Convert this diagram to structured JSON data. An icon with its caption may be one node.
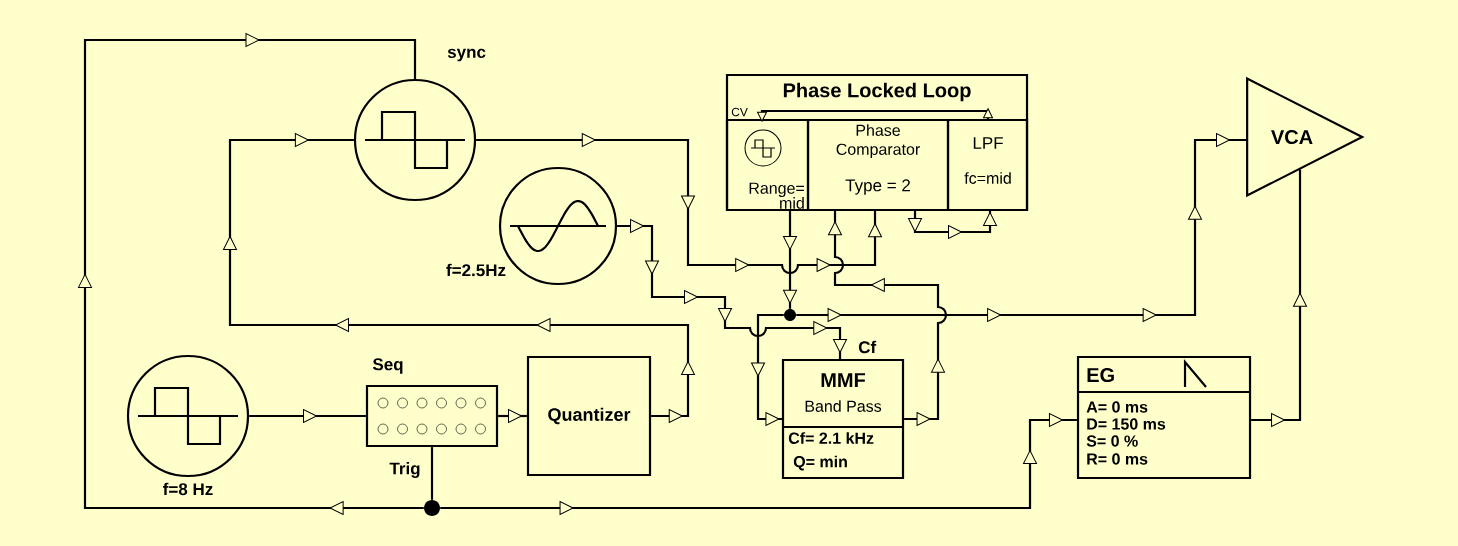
{
  "diagram": {
    "nodes": [
      {
        "text": [],
        "shape": "circle",
        "beside": [
          "sync"
        ]
      },
      {
        "text": [],
        "shape": "circle",
        "beside": [
          "f=2.5Hz"
        ]
      },
      {
        "text": [
          "Phase Locked Loop"
        ]
      },
      {
        "text": [
          "Range= mid"
        ],
        "in": 2,
        "beside": [
          "CV"
        ]
      },
      {
        "text": [
          "Phase Comparator",
          "Type = 2"
        ],
        "in": 2
      },
      {
        "text": [
          "LPF",
          "fc=mid"
        ],
        "in": 2
      },
      {
        "text": [
          "VCA"
        ]
      },
      {
        "text": [
          "MMF",
          "Band Pass",
          "Cf= 2.1 kHz",
          "Q= min"
        ],
        "beside": [
          "Cf"
        ]
      },
      {
        "text": [
          "EG",
          "A= 0 ms",
          "D= 150 ms",
          "S= 0 %",
          "R= 0 ms"
        ]
      },
      {
        "text": [],
        "shape": "circle",
        "beside": [
          "f=8 Hz"
        ]
      },
      {
        "text": [
          "Seq"
        ],
        "beside": [
          "Trig"
        ]
      },
      {
        "text": [
          "Quantizer"
        ]
      },
      {
        "text": [],
        "shape": "circle"
      },
      {
        "text": [],
        "shape": "circle"
      }
    ],
    "edges": [
      {
        "from": 9,
        "to": 10,
        "arrow": "to"
      },
      {
        "from": 10,
        "to": 11,
        "arrow": "to"
      },
      {
        "from": 11,
        "to": 0,
        "arrow": "to"
      },
      {
        "from": 10,
        "to": 13,
        "arrow": "none"
      },
      {
        "from": 13,
        "to": 0,
        "arrow": "to"
      },
      {
        "from": 13,
        "to": 8,
        "arrow": "to"
      },
      {
        "from": 0,
        "to": 4,
        "arrow": "to"
      },
      {
        "from": 1,
        "to": 7,
        "arrow": "to"
      },
      {
        "from": 3,
        "to": 12,
        "arrow": "to"
      },
      {
        "from": 12,
        "to": 6,
        "arrow": "to"
      },
      {
        "from": 12,
        "to": 7,
        "arrow": "to"
      },
      {
        "from": 7,
        "to": 4,
        "arrow": "to"
      },
      {
        "from": 4,
        "to": 5,
        "arrow": "to"
      },
      {
        "from": 5,
        "to": 3,
        "arrow": "to"
      },
      {
        "from": 8,
        "to": 6,
        "arrow": "to"
      }
    ]
  }
}
